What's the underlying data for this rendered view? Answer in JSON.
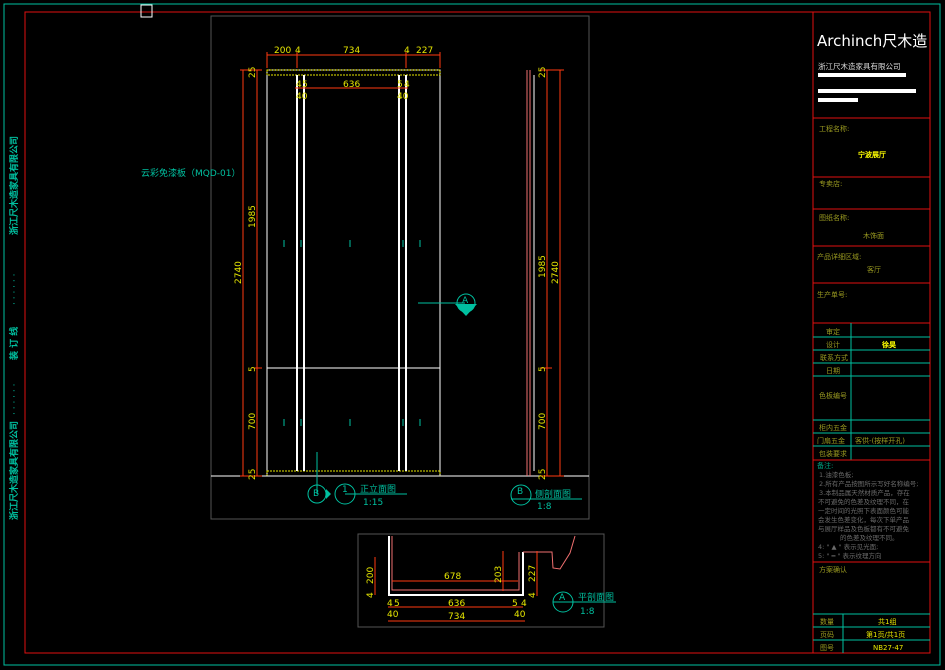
{
  "side_strip": {
    "company_top": "浙江尺木造家具有限公司",
    "binding_line": "装 订 线",
    "dots": "· · · · · ·",
    "company_bottom": "浙江尺木造家具有限公司"
  },
  "material_label": "云彩免漆板（MQD-01）",
  "elevation": {
    "top_dims": [
      "200",
      "4",
      "734",
      "4",
      "227"
    ],
    "inner_dims": [
      "4",
      "5",
      "636",
      "5",
      "4"
    ],
    "inner_dims_lower": [
      "40",
      "40"
    ],
    "left_dims": {
      "total": "2740",
      "upper": "1985",
      "mid": "5",
      "lower": "700",
      "top": "25",
      "bottom": "25"
    },
    "right_dims": {
      "total": "2740",
      "upper": "1985",
      "mid": "5",
      "lower": "700",
      "top": "25",
      "bottom": "25"
    },
    "section_marker": "A",
    "view_title": "正立面图",
    "view_number": "1",
    "view_scale": "1:15",
    "section_b": "B"
  },
  "side_section": {
    "marker": "B",
    "title": "侧剖面图",
    "scale": "1:8"
  },
  "plan_section": {
    "dims": {
      "left": "200",
      "left_small": "4",
      "inner_width": "678",
      "inner_depth": "203",
      "right": "227",
      "right_small": "4",
      "row1": [
        "4",
        "5",
        "636",
        "5",
        "4"
      ],
      "row2_small": [
        "40",
        "40"
      ],
      "total": "734"
    },
    "marker": "A",
    "title": "平剖面图",
    "scale": "1:8"
  },
  "title_block": {
    "brand": "Archinch尺木造",
    "company": "浙江尺木造家具有限公司",
    "project_label": "工程名称:",
    "project_value": "宁波展厅",
    "store_label": "专卖店:",
    "drawing_label": "图纸名称:",
    "drawing_value": "木饰面",
    "area_label": "产品详细区域:",
    "area_value": "客厅",
    "order_label": "生产单号:",
    "rows": [
      {
        "label": "审定",
        "value": ""
      },
      {
        "label": "设计",
        "value": "徐昊"
      },
      {
        "label": "联系方式",
        "value": ""
      },
      {
        "label": "日期",
        "value": ""
      },
      {
        "label": "色板编号",
        "value": ""
      },
      {
        "label": "柜内五金",
        "value": ""
      },
      {
        "label": "门扇五金",
        "value": "客供-(按样开孔)"
      },
      {
        "label": "包装要求",
        "value": ""
      }
    ],
    "remarks_title": "备注:",
    "remarks": [
      "1.油漆色板;",
      "2.所有产品按图所示写好名称编号;",
      "3.本制品属天然材质产品，存在",
      "不可避免的色差及纹理不同，在",
      "一定时间的光照下表面颜色可能",
      "会发生色差变化，每次下单产品",
      "与展厅样品及色板都有不可避免",
      "的色差及纹理不同。",
      "4:  \" ▲ \"  表示见光面;",
      "5:  \" ━ \"  表示纹理方向"
    ],
    "confirm_label": "方案确认",
    "quantity_label": "数量",
    "quantity_value": "共1组",
    "page_label": "页码",
    "page_value": "第1页/共1页",
    "drawing_no_label": "图号",
    "drawing_no_value": "NB27-47"
  }
}
